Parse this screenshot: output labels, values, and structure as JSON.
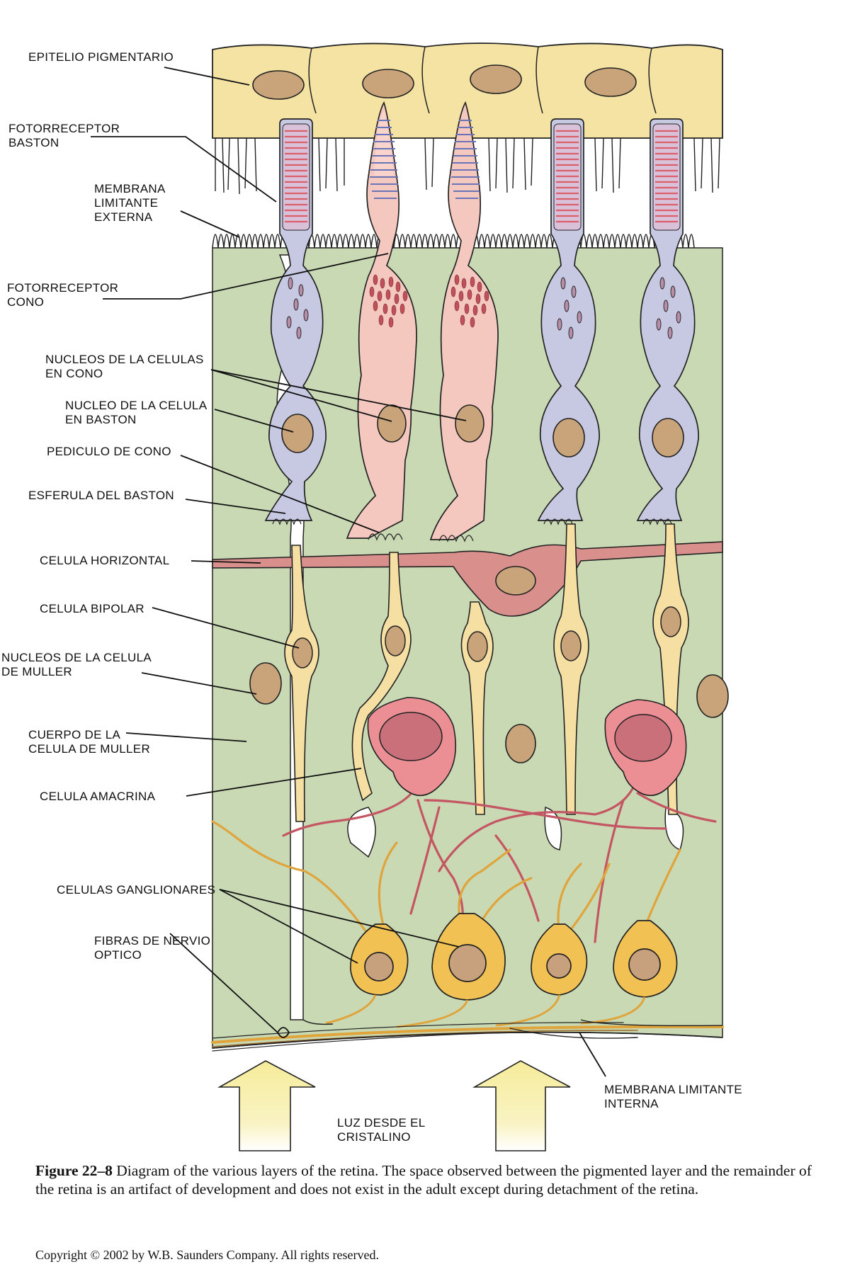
{
  "labels": {
    "epitelio": "EPITELIO PIGMENTARIO",
    "fotorreceptor_baston": [
      "FOTORRECEPTOR",
      "BASTON"
    ],
    "membrana_externa": [
      "MEMBRANA",
      "LIMITANTE",
      "EXTERNA"
    ],
    "fotorreceptor_cono": [
      "FOTORRECEPTOR",
      "CONO"
    ],
    "nucleos_cono": [
      "NUCLEOS DE LA CELULAS",
      "EN CONO"
    ],
    "nucleo_baston": [
      "NUCLEO DE LA CELULA",
      "EN BASTON"
    ],
    "pediculo": "PEDICULO DE CONO",
    "esferula": "ESFERULA DEL BASTON",
    "horizontal": "CELULA HORIZONTAL",
    "bipolar": "CELULA BIPOLAR",
    "nucleos_muller": [
      "NUCLEOS DE LA CELULA",
      "DE MULLER"
    ],
    "cuerpo_muller": [
      "CUERPO DE LA",
      "CELULA DE MULLER"
    ],
    "amacrina": "CELULA AMACRINA",
    "ganglionares": "CELULAS GANGLIONARES",
    "fibras": [
      "FIBRAS DE NERVIO",
      "OPTICO"
    ],
    "membrana_interna": [
      "MEMBRANA LIMITANTE",
      "INTERNA"
    ],
    "luz": [
      "LUZ DESDE EL",
      "CRISTALINO"
    ]
  },
  "caption": {
    "label": "Figure 22–8",
    "text": " Diagram of the various layers of the retina. The space observed between the pigmented layer and the remainder of the retina is an artifact of development and does not exist in the adult except during detachment of the retina."
  },
  "copyright": "Copyright © 2002 by W.B. Saunders Company. All rights reserved.",
  "colors": {
    "pigment_epithelium": "#f5e3a3",
    "retina_tissue": "#c9d9b4",
    "rod_cell": "#c7c9e3",
    "cone_cell": "#f4c7bf",
    "nucleus": "#c9a47a",
    "horizontal_cell": "#d9908c",
    "bipolar_cell": "#f6dfa3",
    "amacrine_cell": "#ec8f95",
    "ganglion_cell": "#f2c154",
    "light_arrow": "#f6ec9a"
  }
}
